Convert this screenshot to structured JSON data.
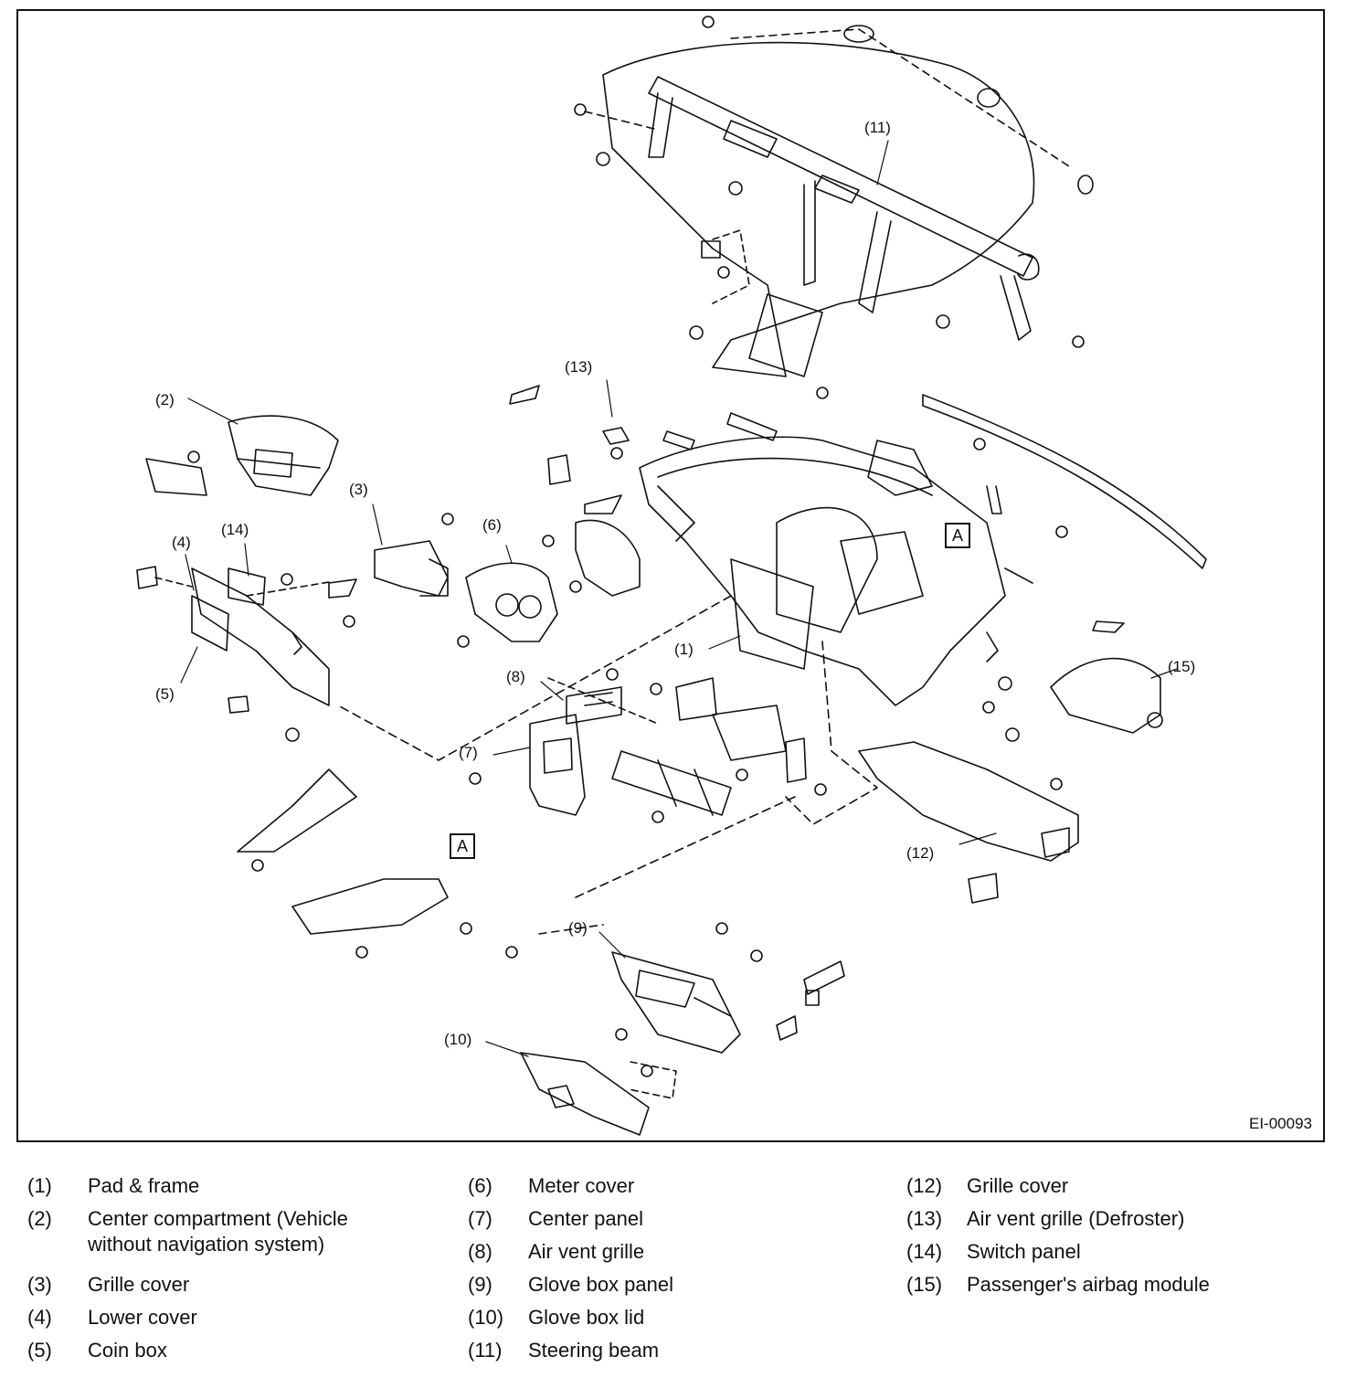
{
  "figure_code": "EI-00093",
  "detail_marker": "A",
  "callouts": {
    "c1": "(1)",
    "c2": "(2)",
    "c3": "(3)",
    "c4": "(4)",
    "c5": "(5)",
    "c6": "(6)",
    "c7": "(7)",
    "c8": "(8)",
    "c9": "(9)",
    "c10": "(10)",
    "c11": "(11)",
    "c12": "(12)",
    "c13": "(13)",
    "c14": "(14)",
    "c15": "(15)"
  },
  "legend": [
    {
      "num": "(1)",
      "name": "Pad & frame"
    },
    {
      "num": "(2)",
      "name": "Center compartment (Vehicle without navigation system)"
    },
    {
      "num": "(3)",
      "name": "Grille cover"
    },
    {
      "num": "(4)",
      "name": "Lower cover"
    },
    {
      "num": "(5)",
      "name": "Coin box"
    },
    {
      "num": "(6)",
      "name": "Meter cover"
    },
    {
      "num": "(7)",
      "name": "Center panel"
    },
    {
      "num": "(8)",
      "name": "Air vent grille"
    },
    {
      "num": "(9)",
      "name": "Glove box panel"
    },
    {
      "num": "(10)",
      "name": "Glove box lid"
    },
    {
      "num": "(11)",
      "name": "Steering beam"
    },
    {
      "num": "(12)",
      "name": "Grille cover"
    },
    {
      "num": "(13)",
      "name": "Air vent grille (Defroster)"
    },
    {
      "num": "(14)",
      "name": "Switch panel"
    },
    {
      "num": "(15)",
      "name": "Passenger's airbag module"
    }
  ]
}
